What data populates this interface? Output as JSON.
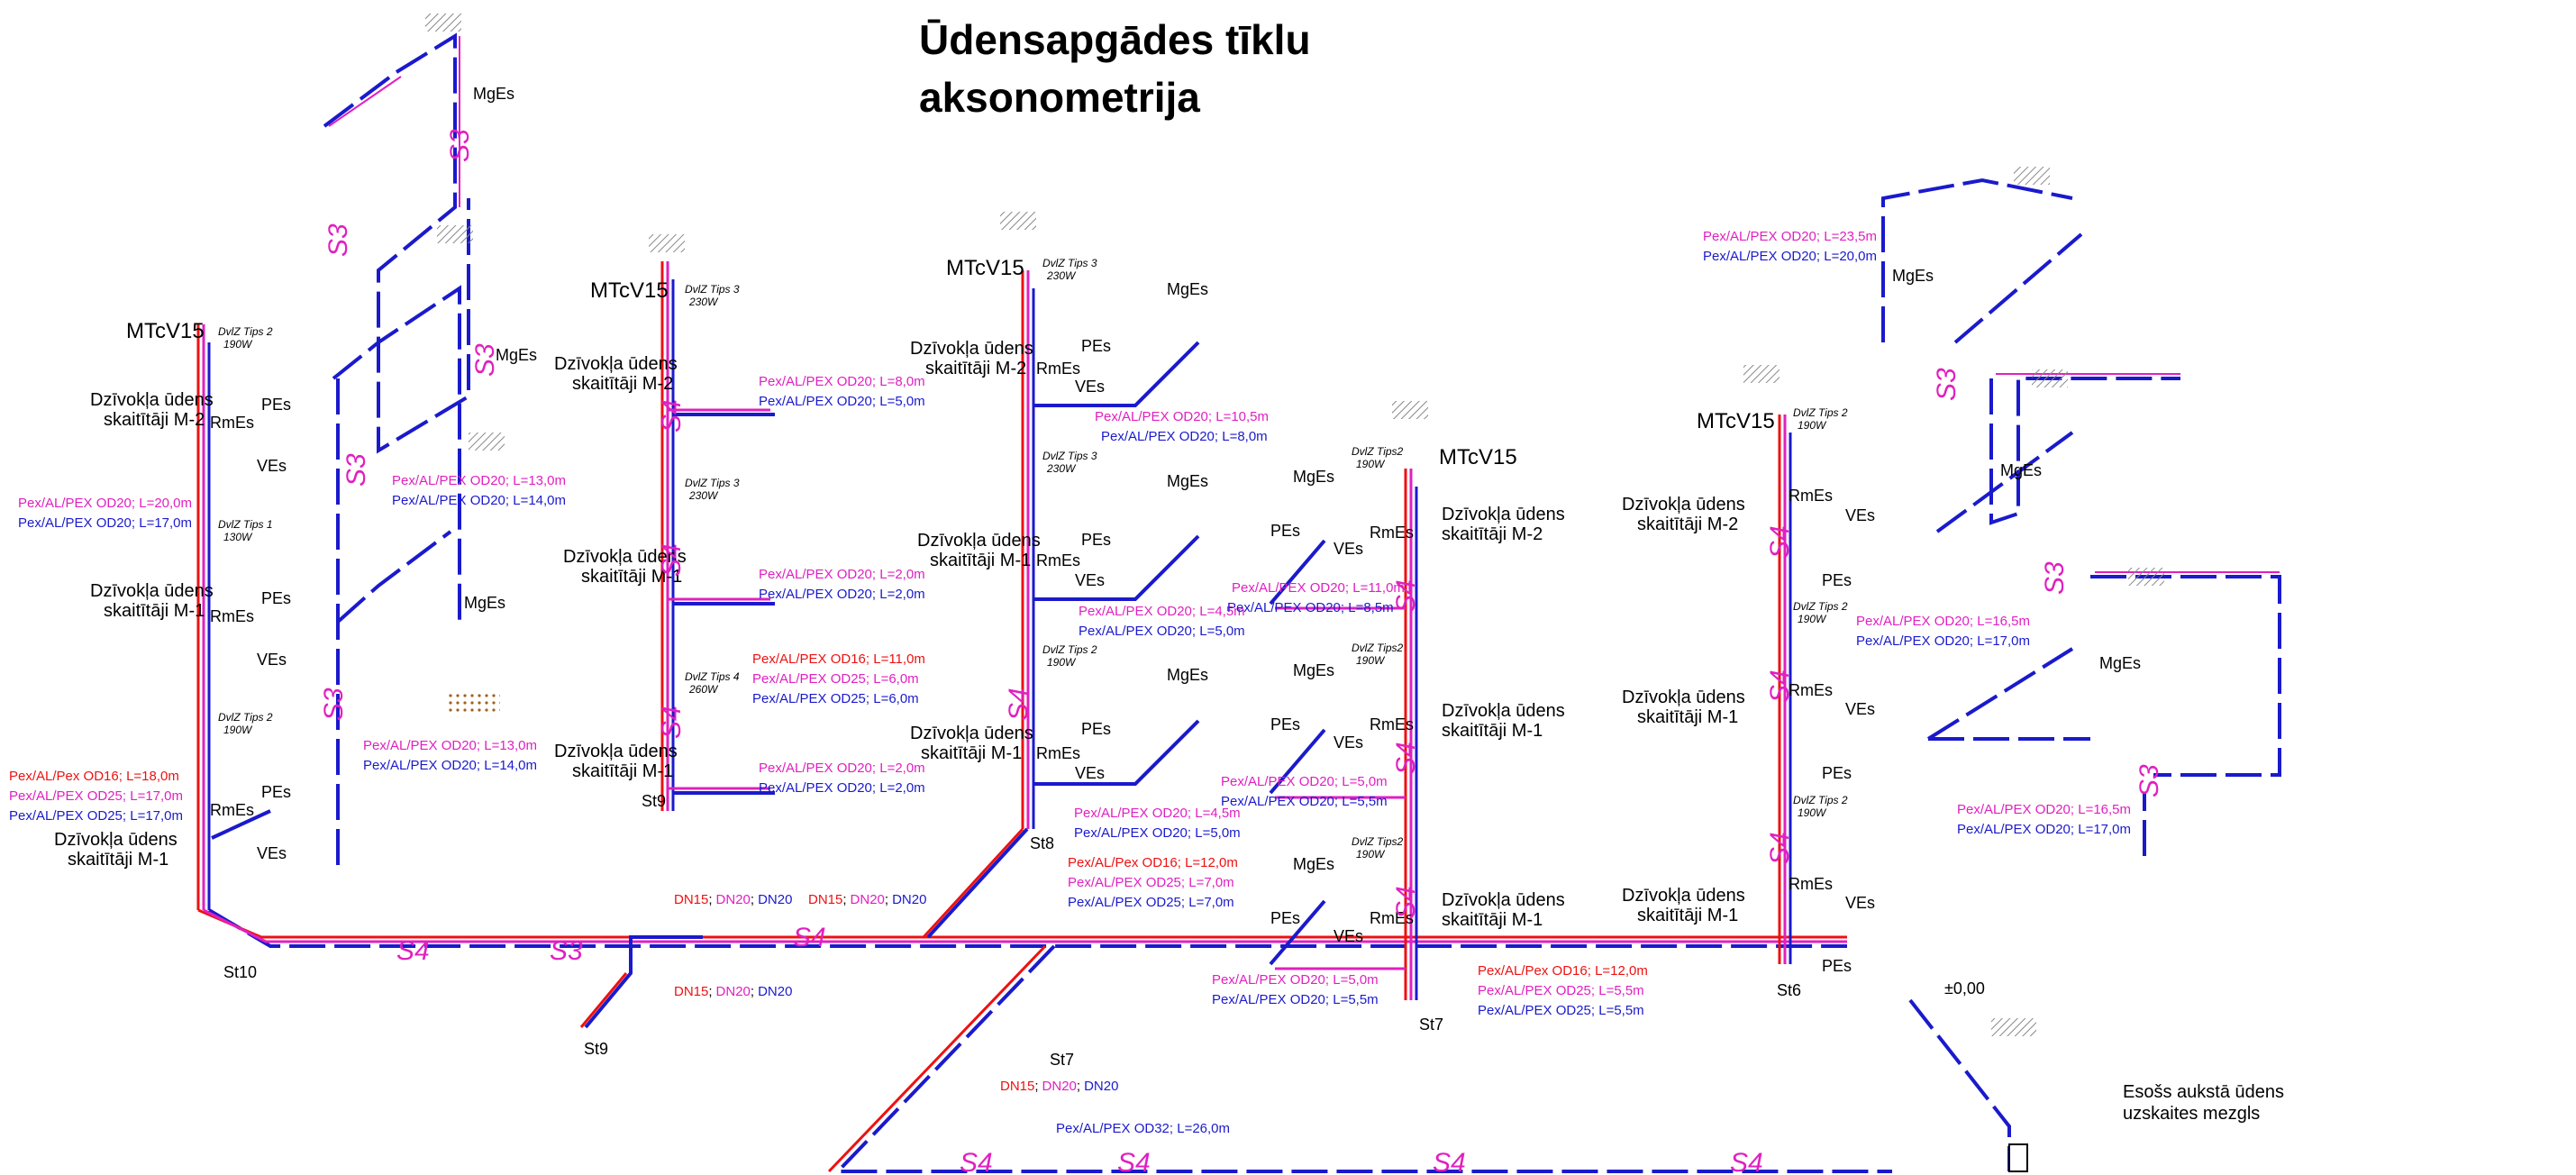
{
  "title": {
    "line1": "Ūdensapgādes tīklu",
    "line2": "aksonometrija"
  },
  "colors": {
    "cold": "#1a1acc",
    "hot": "#ee1111",
    "circ": "#e020c0",
    "fixture": "#f08a1e",
    "gray": "#8a8a8a",
    "text": "#000000"
  },
  "risers": [
    "St10",
    "St9",
    "St9",
    "St8",
    "St7",
    "St7",
    "St6"
  ],
  "equipment": {
    "mtcv": "MTcV15",
    "rmes": "RmEs",
    "pes": "PEs",
    "ves": "VEs",
    "mges": "MgEs",
    "meter_m2_a": "Dzīvokļa ūdens",
    "meter_m2_b": "skaitītāji M-2",
    "meter_m1_a": "Dzīvokļa ūdens",
    "meter_m1_b": "skaitītāji M-1"
  },
  "radiators": {
    "t2_190": "DvlZ Tips 2",
    "w190": "190W",
    "t1_130": "DvlZ Tips 1",
    "w130": "130W",
    "t3_230": "DvlZ Tips 3",
    "w230": "230W",
    "t4_260": "DvlZ Tips 4",
    "w260": "260W",
    "t2b_190": "DvlZ Tips2"
  },
  "system_tags": {
    "s3": "S3",
    "s4": "S4"
  },
  "pipe_labels": {
    "p_a1": "Pex/AL/PEX OD20; L=20,0m",
    "p_a2": "Pex/AL/PEX OD20; L=17,0m",
    "p_b1": "Pex/AL/PEX OD20; L=13,0m",
    "p_b2": "Pex/AL/PEX OD20; L=14,0m",
    "p_c1": "Pex/AL/PEX OD20; L=13,0m",
    "p_c2": "Pex/AL/PEX OD20; L=14,0m",
    "p_d1": "Pex/AL/Pex OD16; L=18,0m",
    "p_d2": "Pex/AL/PEX OD25; L=17,0m",
    "p_d3": "Pex/AL/PEX OD25; L=17,0m",
    "p_e1": "Pex/AL/PEX OD20; L=8,0m",
    "p_e2": "Pex/AL/PEX OD20; L=5,0m",
    "p_f1": "Pex/AL/PEX OD20; L=2,0m",
    "p_f2": "Pex/AL/PEX OD20; L=2,0m",
    "p_g1": "Pex/AL/PEX OD16; L=11,0m",
    "p_g2": "Pex/AL/PEX OD25; L=6,0m",
    "p_g3": "Pex/AL/PEX OD25; L=6,0m",
    "p_h1": "Pex/AL/PEX OD20; L=2,0m",
    "p_h2": "Pex/AL/PEX OD20; L=2,0m",
    "p_i1": "Pex/AL/PEX OD20; L=10,5m",
    "p_i2": "Pex/AL/PEX OD20; L=8,0m",
    "p_j1": "Pex/AL/PEX OD20; L=4,5m",
    "p_j2": "Pex/AL/PEX OD20; L=5,0m",
    "p_k1": "Pex/AL/PEX OD20; L=4,5m",
    "p_k2": "Pex/AL/PEX OD20; L=5,0m",
    "p_l1": "Pex/AL/Pex OD16; L=12,0m",
    "p_l2": "Pex/AL/PEX OD25; L=7,0m",
    "p_l3": "Pex/AL/PEX OD25; L=7,0m",
    "p_m1": "Pex/AL/PEX OD20; L=11,0m",
    "p_m2": "Pex/AL/PEX OD20; L=8,5m",
    "p_n1": "Pex/AL/PEX OD20; L=5,0m",
    "p_n2": "Pex/AL/PEX OD20; L=5,5m",
    "p_o1": "Pex/AL/PEX OD20; L=5,0m",
    "p_o2": "Pex/AL/PEX OD20; L=5,5m",
    "p_p1": "Pex/AL/Pex OD16; L=12,0m",
    "p_p2": "Pex/AL/PEX OD25; L=5,5m",
    "p_p3": "Pex/AL/PEX OD25; L=5,5m",
    "p_q1": "Pex/AL/PEX OD20; L=23,5m",
    "p_q2": "Pex/AL/PEX OD20; L=20,0m",
    "p_r1": "Pex/AL/PEX OD20; L=16,5m",
    "p_r2": "Pex/AL/PEX OD20; L=17,0m",
    "p_s1": "Pex/AL/PEX OD20; L=16,5m",
    "p_s2": "Pex/AL/PEX OD20; L=17,0m",
    "p_main": "Pex/AL/PEX OD32; L=26,0m"
  },
  "dn": {
    "a": "DN15",
    "b": "DN20",
    "c": "DN20"
  },
  "dn_sep": ";",
  "level": "±0,00",
  "meter_node": {
    "line1": "Esošs aukstā ūdens",
    "line2": "uzskaites mezgls"
  }
}
